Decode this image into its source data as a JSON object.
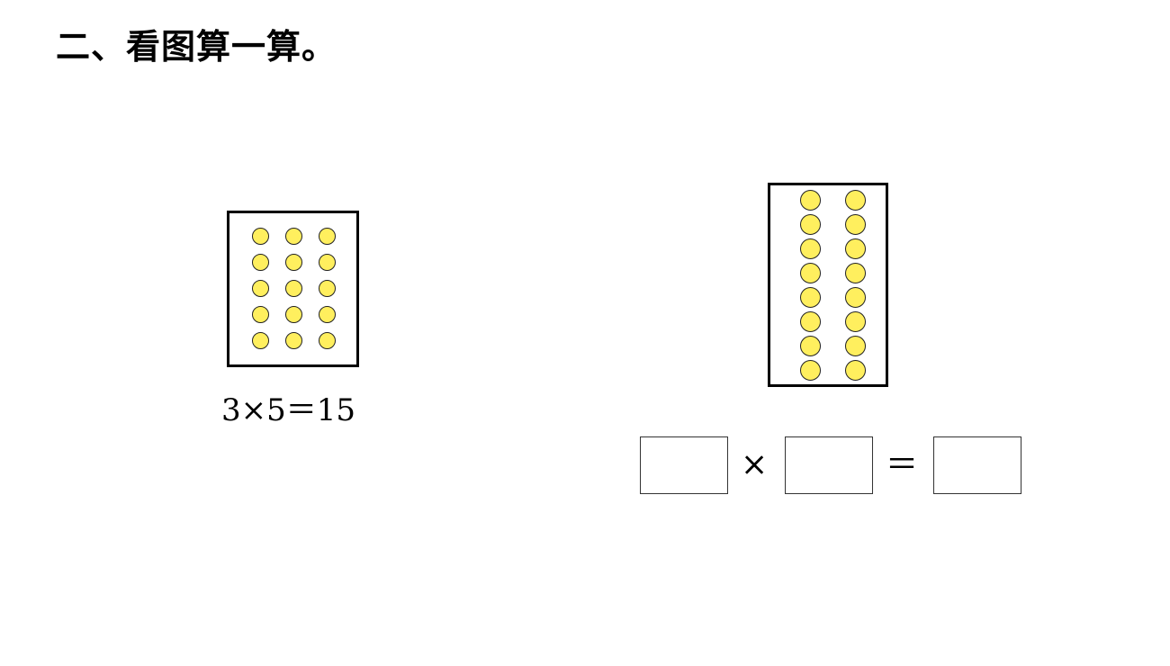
{
  "title": "二、看图算一算。",
  "example": {
    "equation": "3×5＝15",
    "columns": 3,
    "rows": 5
  },
  "exercise": {
    "columns": 2,
    "rows": 8,
    "times_sign": "×",
    "equals_sign": "＝",
    "blank_1": "",
    "blank_2": "",
    "blank_3": ""
  },
  "colors": {
    "dot_fill": "#ffef5e",
    "outline": "#000000"
  }
}
